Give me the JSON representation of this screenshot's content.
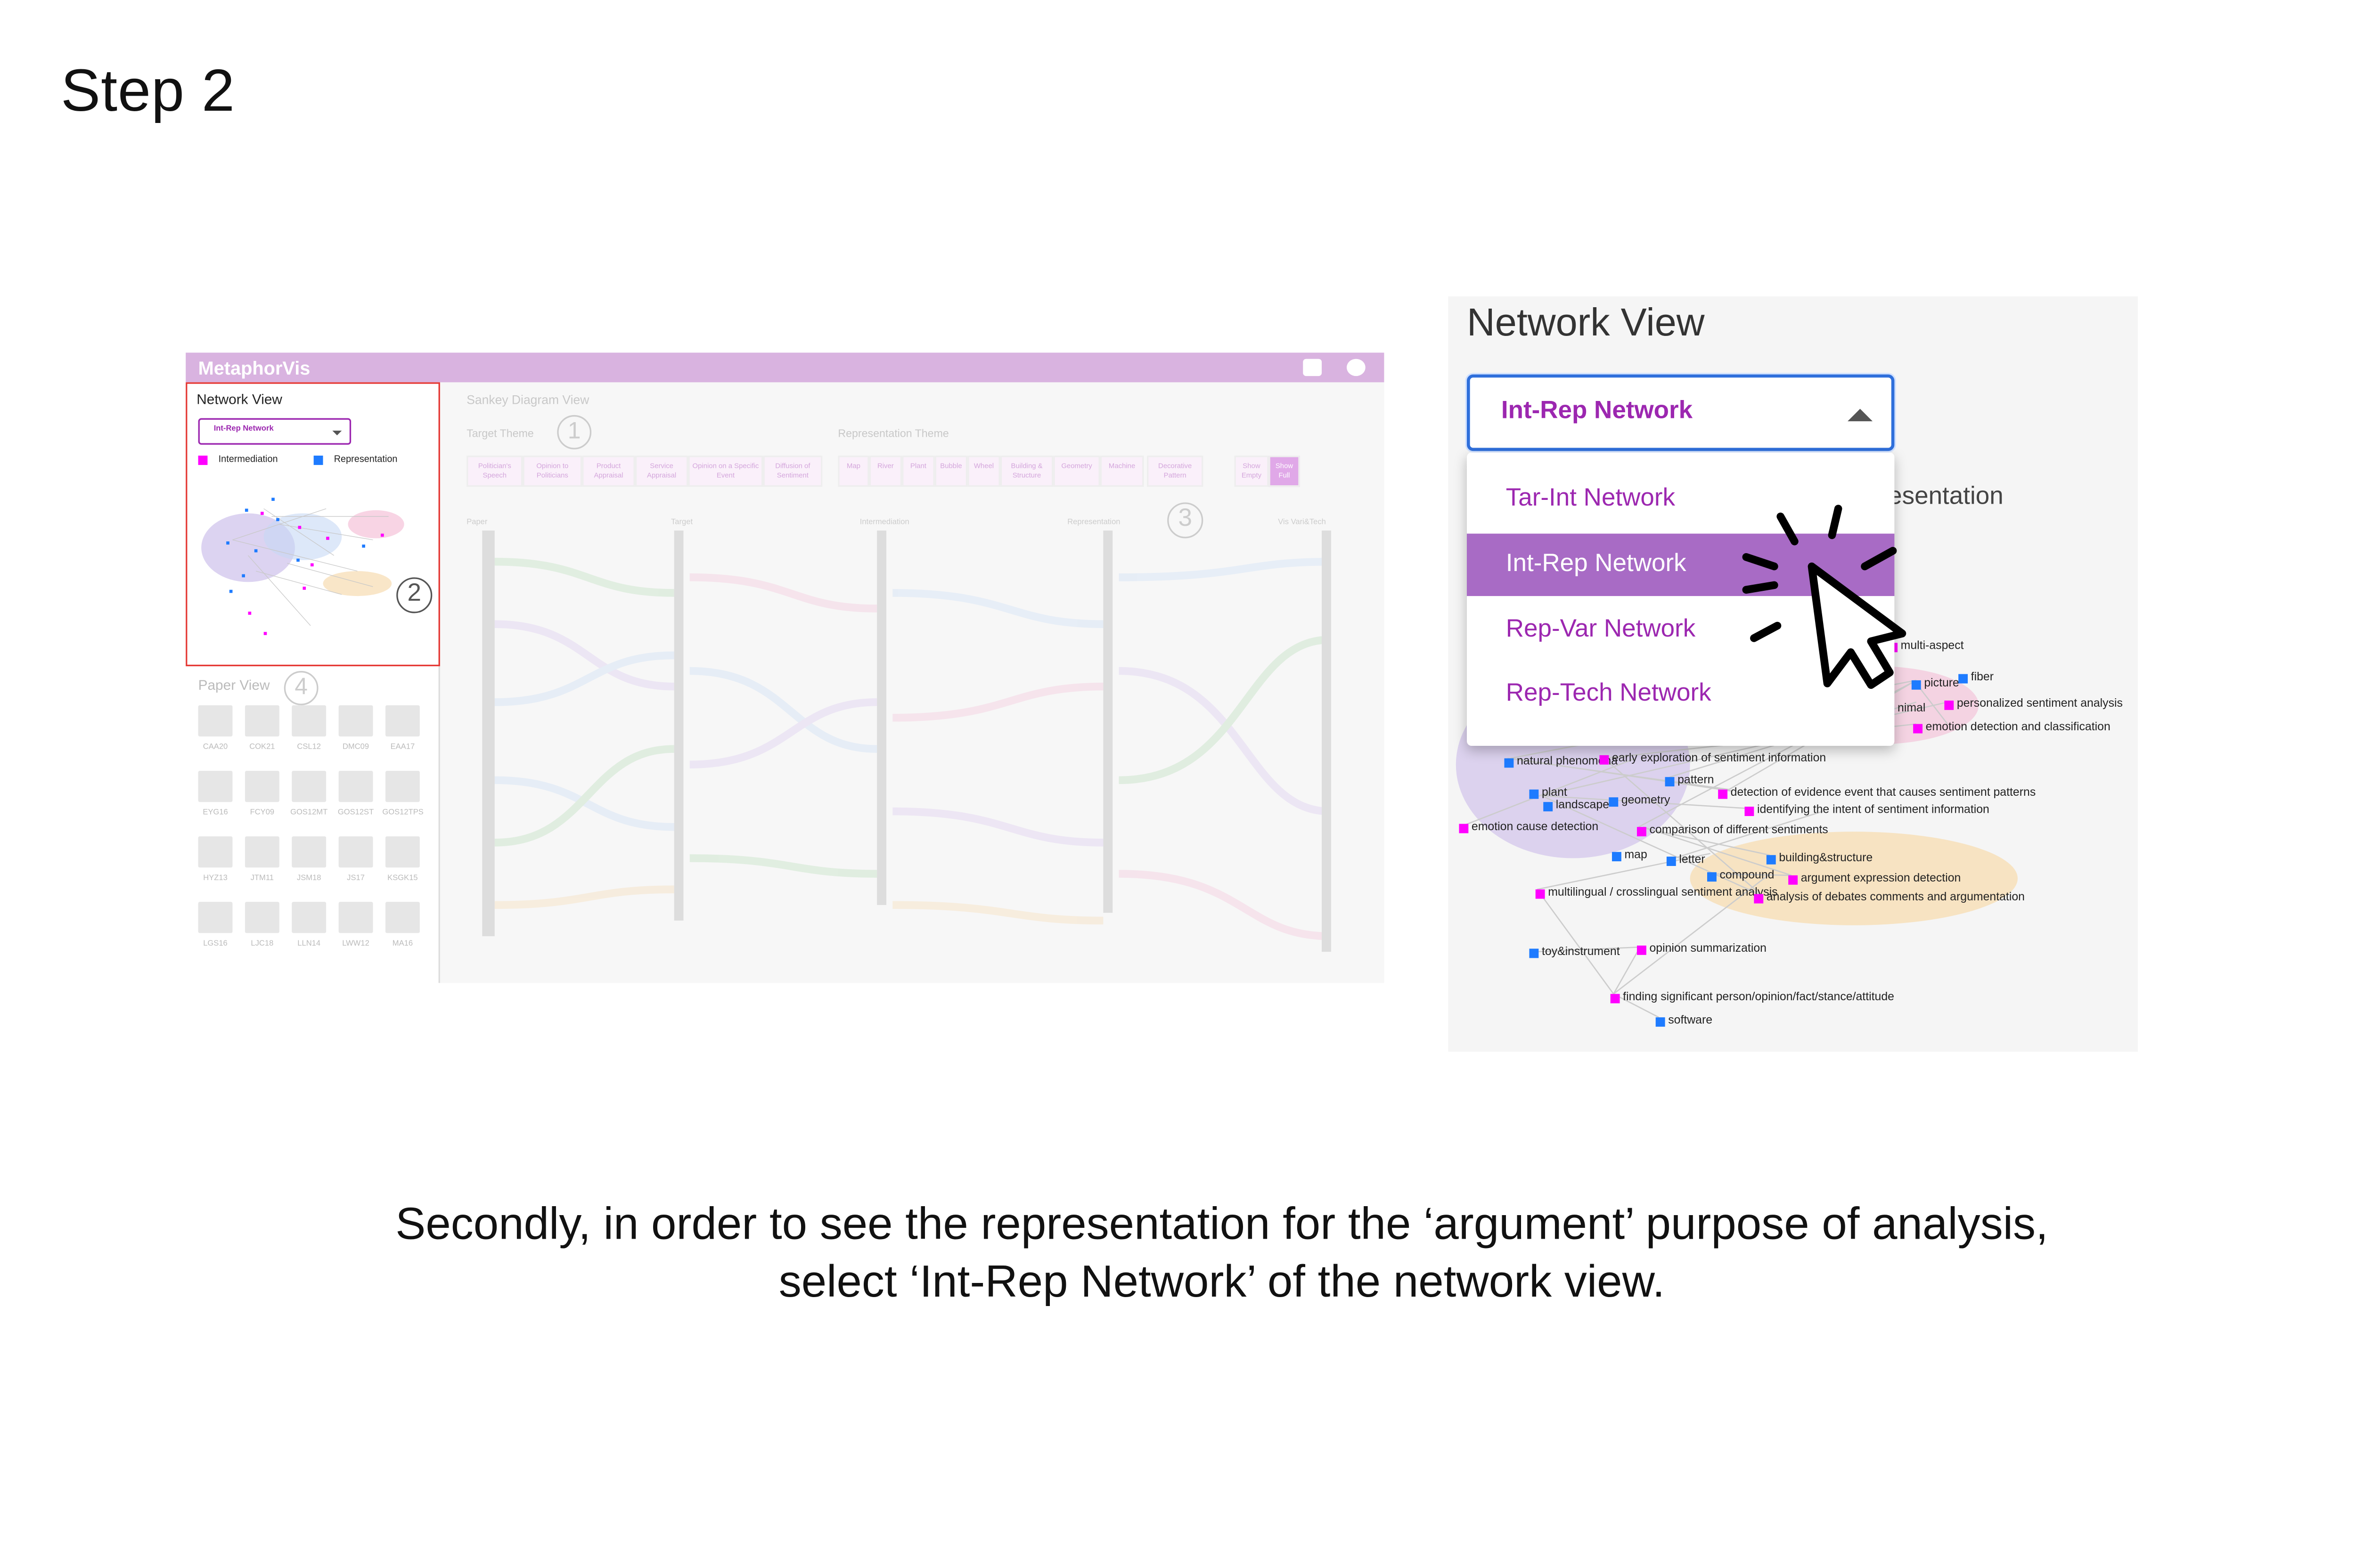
{
  "step_title": "Step 2",
  "caption": {
    "line1": "Secondly, in order to see the representation for the ‘argument’ purpose of analysis,",
    "line2": "select ‘Int-Rep Network’ of the network view."
  },
  "app": {
    "title": "MetaphorVis",
    "network_view": {
      "title": "Network View",
      "selected": "Int-Rep Network",
      "legend": [
        "Intermediation",
        "Representation"
      ]
    },
    "paper_view": {
      "title": "Paper View",
      "thumbs": [
        "CAA20",
        "COK21",
        "CSL12",
        "DMC09",
        "EAA17",
        "EYG16",
        "FCY09",
        "GOS12MT",
        "GOS12ST",
        "GOS12TPS",
        "HYZ13",
        "JTM11",
        "JSM18",
        "JS17",
        "KSGK15",
        "LGS16",
        "LJC18",
        "LLN14",
        "LWW12",
        "MA16"
      ]
    },
    "sankey": {
      "title": "Sankey Diagram View",
      "target_theme": "Target Theme",
      "representation_theme": "Representation Theme",
      "target_buttons": [
        "Politician's Speech",
        "Opinion to Politicians",
        "Product Appraisal",
        "Service Appraisal",
        "Opinion on a Specific Event",
        "Diffusion of Sentiment"
      ],
      "rep_buttons": [
        "Map",
        "River",
        "Plant",
        "Bubble",
        "Wheel",
        "Building & Structure",
        "Geometry",
        "Machine",
        "Decorative Pattern"
      ],
      "toggle": [
        "Show Empty",
        "Show Full"
      ],
      "columns": [
        "Paper",
        "Target",
        "Intermediation",
        "Representation",
        "Vis Vari&Tech"
      ]
    },
    "markers": [
      "1",
      "2",
      "3",
      "4"
    ]
  },
  "zoom": {
    "title": "Network View",
    "selected": "Int-Rep Network",
    "options": [
      "Tar-Int Network",
      "Int-Rep Network",
      "Rep-Var Network",
      "Rep-Tech Network"
    ],
    "selected_index": 1,
    "behind_text": "esentation",
    "nodes": [
      {
        "label": "multi-aspect",
        "type": "intermediation"
      },
      {
        "label": "picture",
        "type": "representation"
      },
      {
        "label": "fiber",
        "type": "representation"
      },
      {
        "label": "personalized sentiment analysis",
        "type": "intermediation"
      },
      {
        "label": "nimal",
        "type": "representation"
      },
      {
        "label": "emotion detection and classification",
        "type": "intermediation"
      },
      {
        "label": "natural phenomena",
        "type": "representation"
      },
      {
        "label": "early exploration of sentiment information",
        "type": "intermediation"
      },
      {
        "label": "pattern",
        "type": "representation"
      },
      {
        "label": "plant",
        "type": "representation"
      },
      {
        "label": "landscape",
        "type": "representation"
      },
      {
        "label": "geometry",
        "type": "representation"
      },
      {
        "label": "detection of evidence event that causes sentiment patterns",
        "type": "intermediation"
      },
      {
        "label": "identifying the intent of sentiment information",
        "type": "intermediation"
      },
      {
        "label": "emotion cause detection",
        "type": "intermediation"
      },
      {
        "label": "comparison of different sentiments",
        "type": "intermediation"
      },
      {
        "label": "map",
        "type": "representation"
      },
      {
        "label": "letter",
        "type": "representation"
      },
      {
        "label": "building&structure",
        "type": "representation"
      },
      {
        "label": "compound",
        "type": "representation"
      },
      {
        "label": "argument expression detection",
        "type": "intermediation"
      },
      {
        "label": "multilingual / crosslingual sentiment analysis",
        "type": "intermediation"
      },
      {
        "label": "analysis of debates comments and argumentation",
        "type": "intermediation"
      },
      {
        "label": "toy&instrument",
        "type": "representation"
      },
      {
        "label": "opinion summarization",
        "type": "intermediation"
      },
      {
        "label": "finding significant person/opinion/fact/stance/attitude",
        "type": "intermediation"
      },
      {
        "label": "software",
        "type": "representation"
      }
    ]
  },
  "colors": {
    "intermediation": "#ff00ff",
    "representation": "#1e7bff",
    "accent": "#9c27b0",
    "selected_bg": "#a86bc5",
    "header": "#d9b3e0",
    "highlight_box": "#e53935"
  },
  "icons": [
    "video-camera-icon",
    "github-icon",
    "chevron-down-icon",
    "caret-up-icon",
    "click-cursor-icon"
  ]
}
